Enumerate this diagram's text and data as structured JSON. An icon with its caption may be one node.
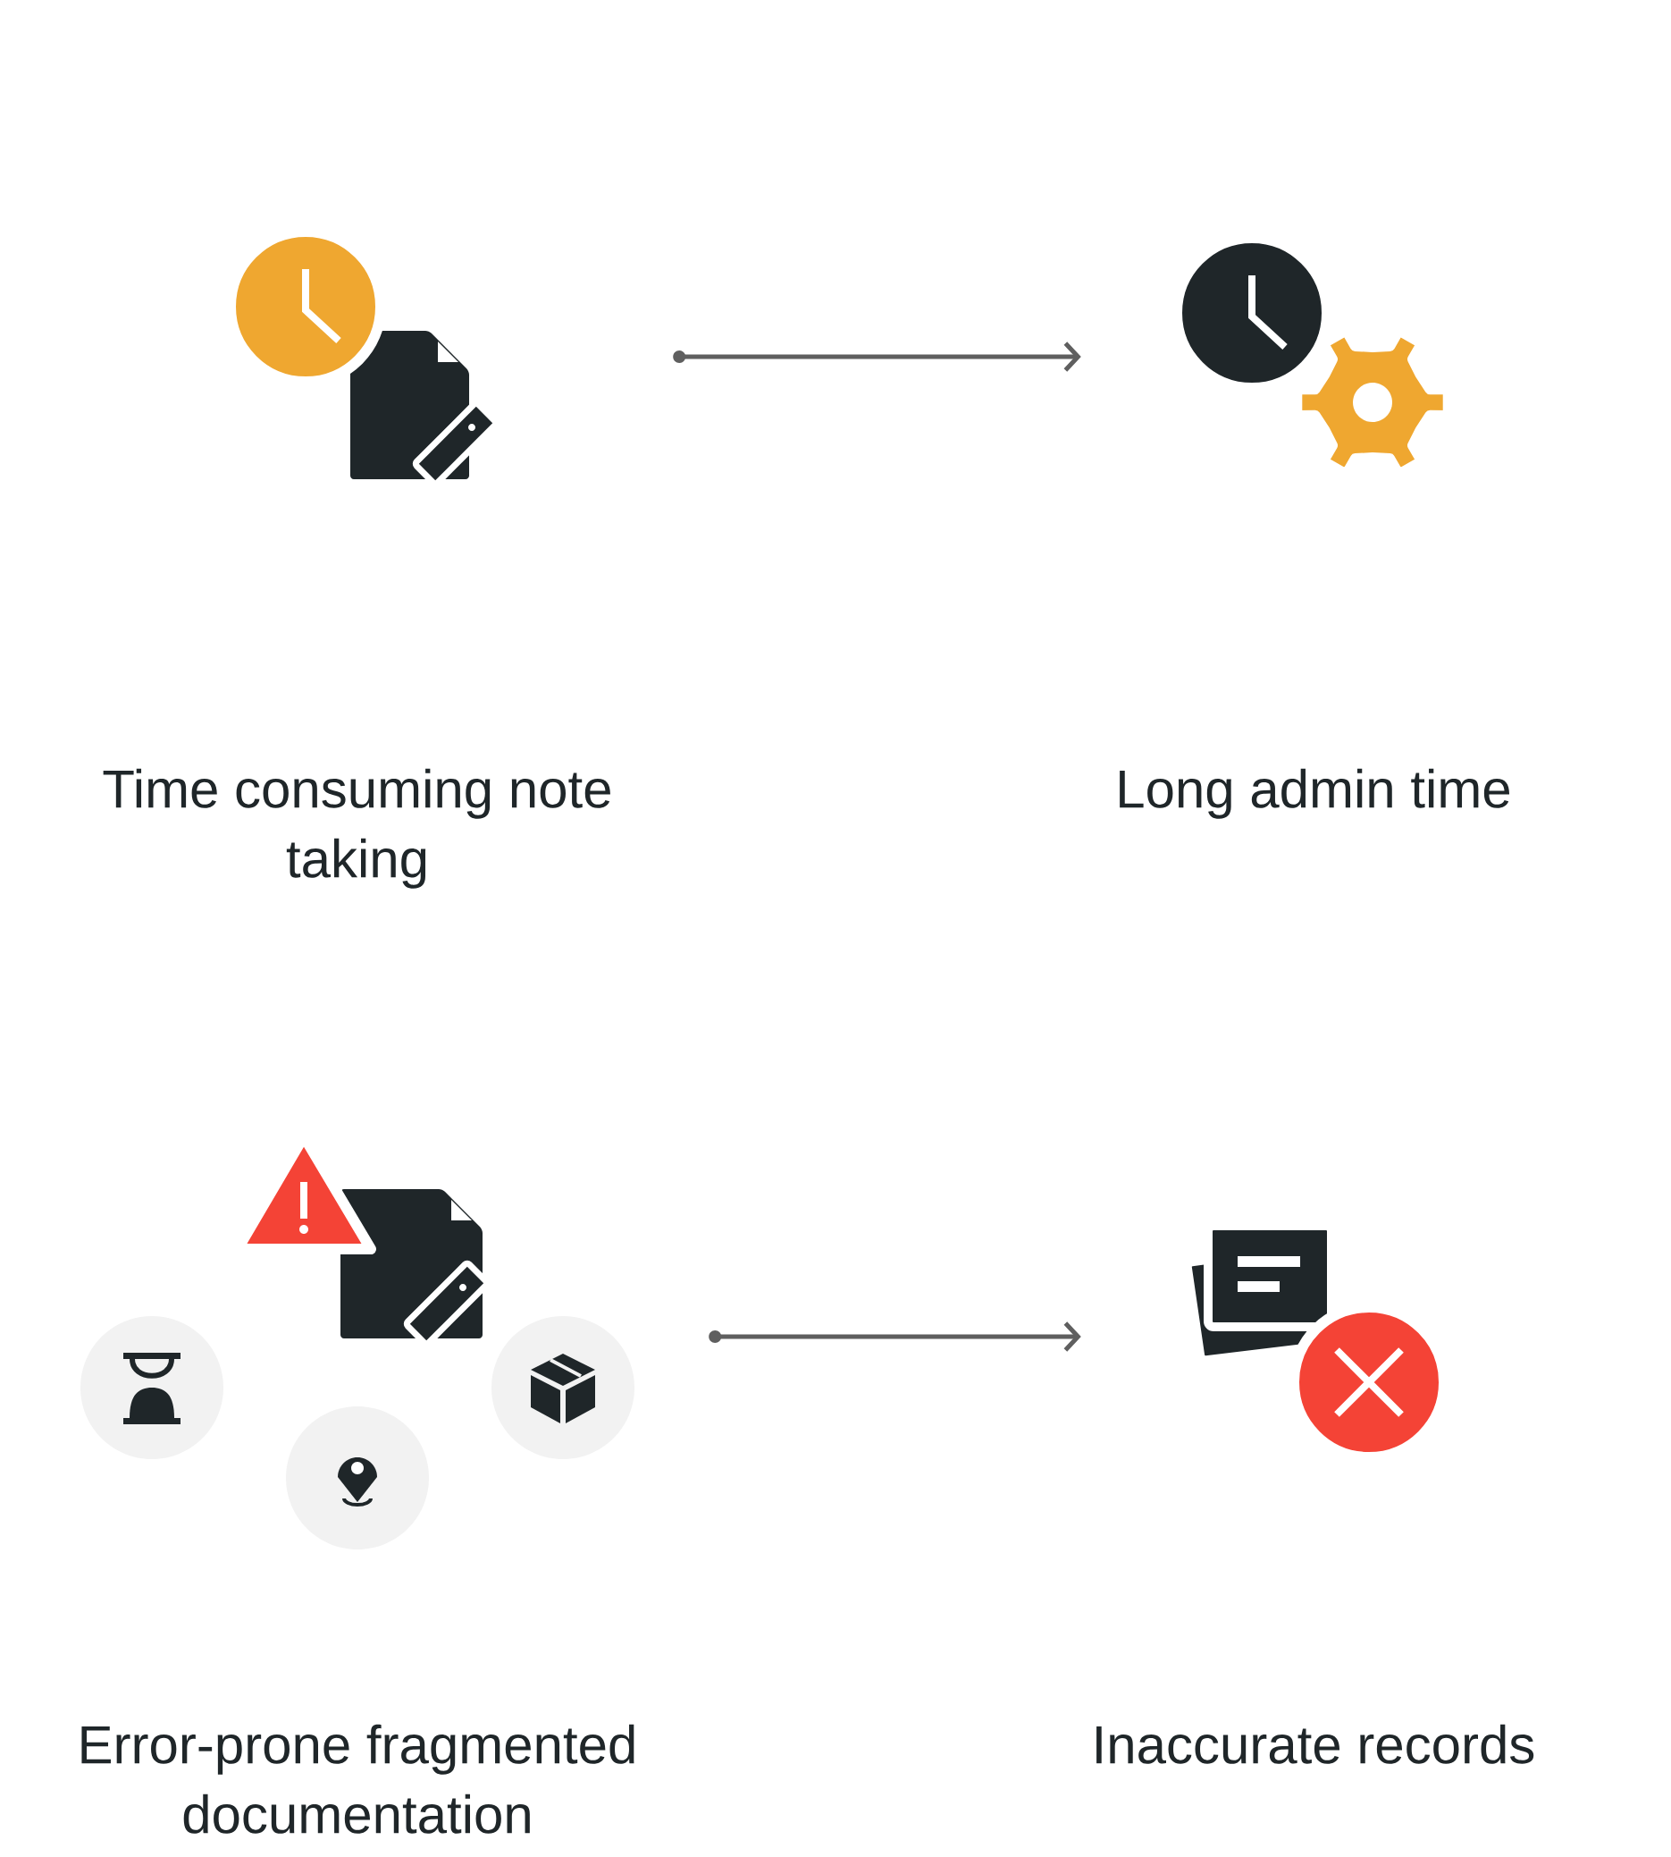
{
  "diagram": {
    "nodes": [
      {
        "text": [
          "Time consuming note taking"
        ]
      },
      {
        "text": [
          "Long admin time"
        ]
      },
      {
        "text": [
          "Error-prone fragmented documentation"
        ]
      },
      {
        "text": [
          "Inaccurate records"
        ]
      }
    ],
    "edges": [
      {
        "from": 0,
        "to": 1,
        "arrow": "to"
      },
      {
        "from": 2,
        "to": 3,
        "arrow": "to"
      }
    ]
  }
}
